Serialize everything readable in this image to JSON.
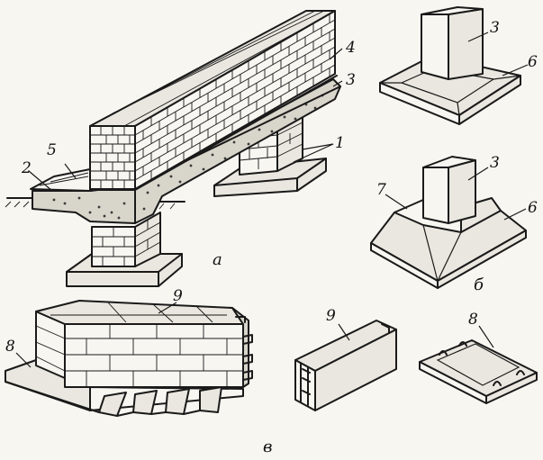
{
  "figure": {
    "callouts": {
      "a_1": "1",
      "a_2": "2",
      "a_3": "3",
      "a_4": "4",
      "a_5": "5",
      "b_3_top": "3",
      "b_6_top": "6",
      "b_3_bottom": "3",
      "b_7": "7",
      "b_6_bottom": "6",
      "c_9_wall": "9",
      "c_8_wall": "8",
      "c_9_block": "9",
      "c_8_pad": "8"
    },
    "subfigures": {
      "a": "а",
      "b": "б",
      "c": "в"
    }
  }
}
